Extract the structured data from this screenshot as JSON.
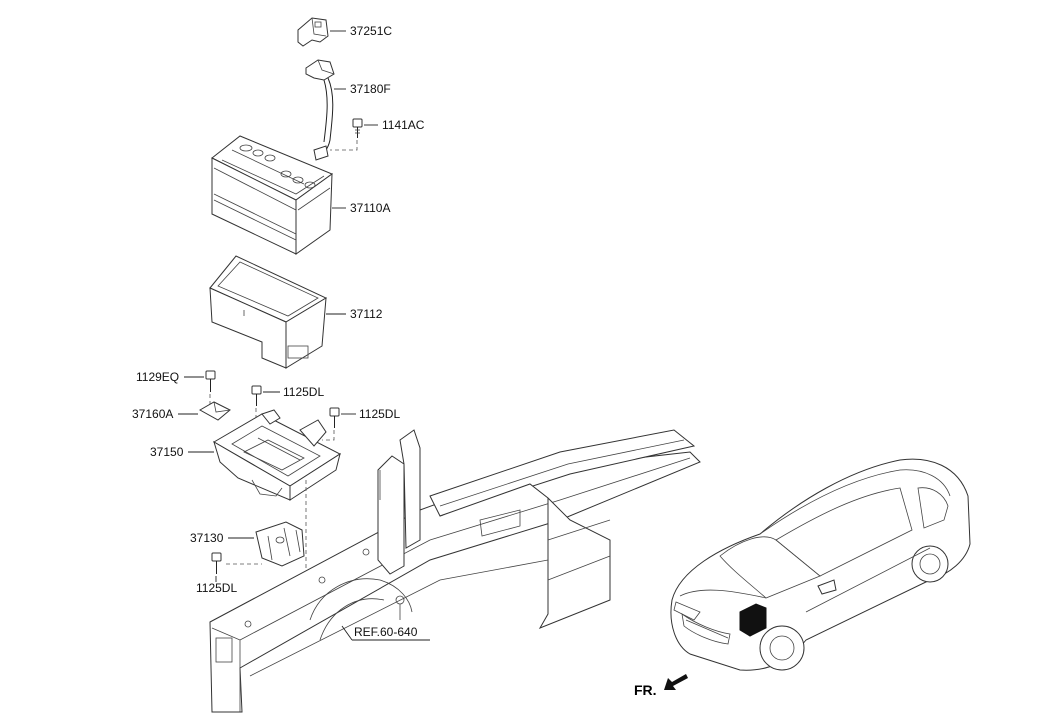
{
  "labels": {
    "p37251C": "37251C",
    "p37180F": "37180F",
    "p1141AC": "1141AC",
    "p37110A": "37110A",
    "p37112": "37112",
    "p1129EQ": "1129EQ",
    "p1125DL_a": "1125DL",
    "p37160A": "37160A",
    "p1125DL_b": "1125DL",
    "p37150": "37150",
    "p37130": "37130",
    "p1125DL_c": "1125DL"
  },
  "reference": "REF.60-640",
  "direction": "FR."
}
